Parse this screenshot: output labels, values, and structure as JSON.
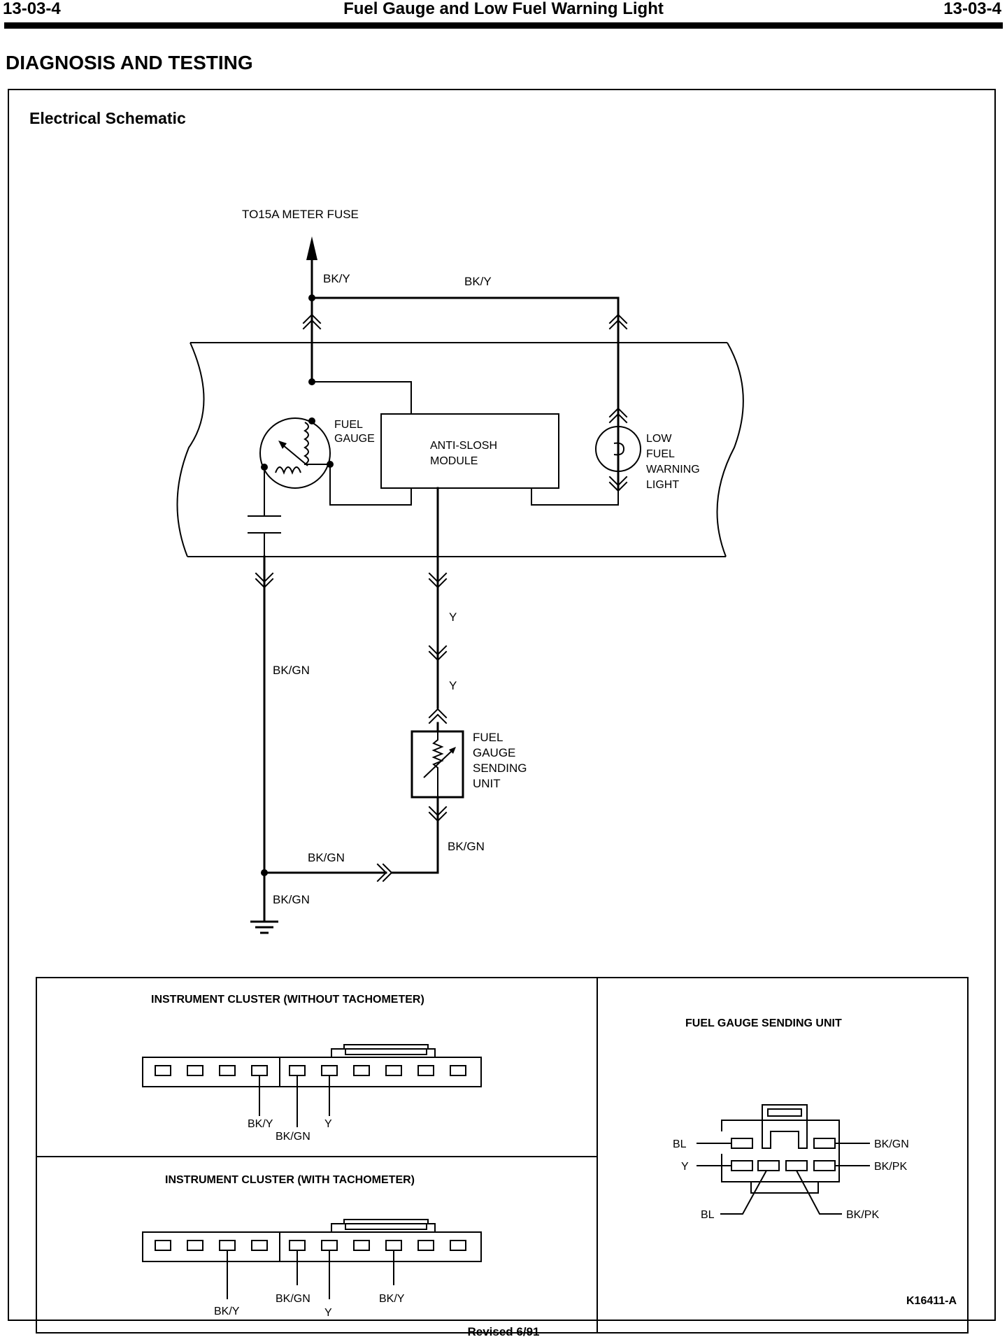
{
  "header": {
    "page_left": "13-03-4",
    "title": "Fuel Gauge and Low Fuel Warning Light",
    "page_right": "13-03-4"
  },
  "section_title": "DIAGNOSIS AND TESTING",
  "schematic": {
    "title": "Electrical Schematic",
    "fuse_label": "TO15A METER FUSE",
    "wires": {
      "bky_vertical": "BK/Y",
      "bky_horizontal": "BK/Y",
      "y_upper": "Y",
      "y_lower": "Y",
      "bkgn_left": "BK/GN",
      "bkgn_sender": "BK/GN",
      "bkgn_horizontal": "BK/GN",
      "bkgn_ground": "BK/GN"
    },
    "fuel_gauge": [
      "FUEL",
      "GAUGE"
    ],
    "anti_slosh": [
      "ANTI-SLOSH",
      "MODULE"
    ],
    "low_fuel_light": [
      "LOW",
      "FUEL",
      "WARNING",
      "LIGHT"
    ],
    "sending_unit": [
      "FUEL",
      "GAUGE",
      "SENDING",
      "UNIT"
    ]
  },
  "connectors": {
    "without_tach": {
      "title": "INSTRUMENT CLUSTER (WITHOUT TACHOMETER)",
      "pins": [
        "BK/Y",
        "BK/GN",
        "Y"
      ]
    },
    "with_tach": {
      "title": "INSTRUMENT CLUSTER (WITH TACHOMETER)",
      "pins": [
        "BK/Y",
        "BK/GN",
        "Y",
        "BK/Y"
      ]
    },
    "sending_unit": {
      "title": "FUEL GAUGE SENDING UNIT",
      "pins": [
        "BL",
        "BK/GN",
        "Y",
        "BK/PK",
        "BL",
        "BK/PK"
      ]
    }
  },
  "figure_id": "K16411-A",
  "revised": "Revised 6/91"
}
